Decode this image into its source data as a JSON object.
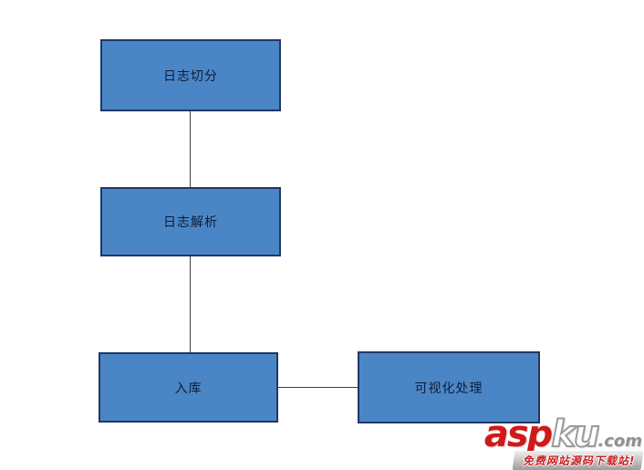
{
  "diagram": {
    "type": "flowchart",
    "node_fill_color": "#4a86c6",
    "node_border_color": "#1f3864",
    "connector_color": "#3f3f3f",
    "nodes": [
      {
        "id": "log-split",
        "label": "日志切分"
      },
      {
        "id": "log-parse",
        "label": "日志解析"
      },
      {
        "id": "storage",
        "label": "入库"
      },
      {
        "id": "visualize",
        "label": "可视化处理"
      }
    ],
    "edges": [
      {
        "from": "log-split",
        "to": "log-parse",
        "orientation": "vertical"
      },
      {
        "from": "log-parse",
        "to": "storage",
        "orientation": "vertical"
      },
      {
        "from": "storage",
        "to": "visualize",
        "orientation": "horizontal"
      }
    ]
  },
  "watermark": {
    "brand_asp": "asp",
    "brand_ku": "ku",
    "brand_domain": ".com",
    "tagline": "免费网站源码下载站!",
    "asp_color": "#cf1a1a",
    "tagline_color": "#c92020"
  }
}
